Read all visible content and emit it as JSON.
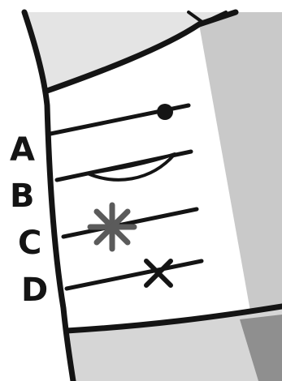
{
  "diagram": {
    "labels": [
      {
        "id": "A",
        "text": "A",
        "marker": "dot"
      },
      {
        "id": "B",
        "text": "B",
        "marker": "lens"
      },
      {
        "id": "C",
        "text": "C",
        "marker": "asterisk"
      },
      {
        "id": "D",
        "text": "D",
        "marker": "cross"
      }
    ],
    "colors": {
      "outline": "#141414",
      "top_region": "#e4e4e4",
      "band": "#c9c9c9",
      "bottom_region": "#d6d6d6",
      "dark_corner": "#8f8f8f",
      "asterisk": "#5b5b5b",
      "lens_fill": "#ffffff",
      "background": "#ffffff"
    }
  }
}
